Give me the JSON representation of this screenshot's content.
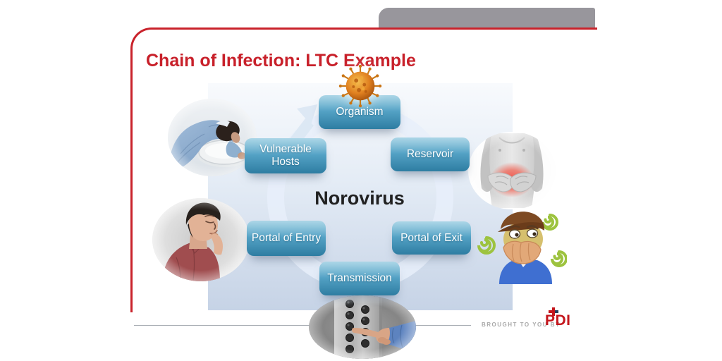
{
  "title": "Chain of Infection: LTC Example",
  "diagram": {
    "center_label": "Norovirus",
    "nodes": {
      "organism": "Organism",
      "reservoir": "Reservoir",
      "portal_of_exit": "Portal of Exit",
      "transmission": "Transmission",
      "portal_of_entry": "Portal of Entry",
      "vulnerable_hosts": "Vulnerable Hosts"
    }
  },
  "images": {
    "virus": "norovirus-particle-icon",
    "vulnerable_hosts": "person-vomiting-into-basin",
    "reservoir": "person-clutching-inflamed-stomach",
    "portal_of_entry": "man-touching-mouth",
    "portal_of_exit": "nauseated-cartoon-man-covering-mouth",
    "transmission": "finger-pressing-elevator-button"
  },
  "footer": {
    "tagline": "BROUGHT TO YOU BY",
    "logo": "PDI"
  },
  "colors": {
    "title_red": "#c8202a",
    "frame_red": "#c9222b",
    "tab_gray": "#98969c",
    "node_teal_top": "#7fc0da",
    "node_teal_bottom": "#2e7da2",
    "panel_blue": "#c6d3e6",
    "logo_red": "#c4161c",
    "logo_navy": "#27405e"
  }
}
